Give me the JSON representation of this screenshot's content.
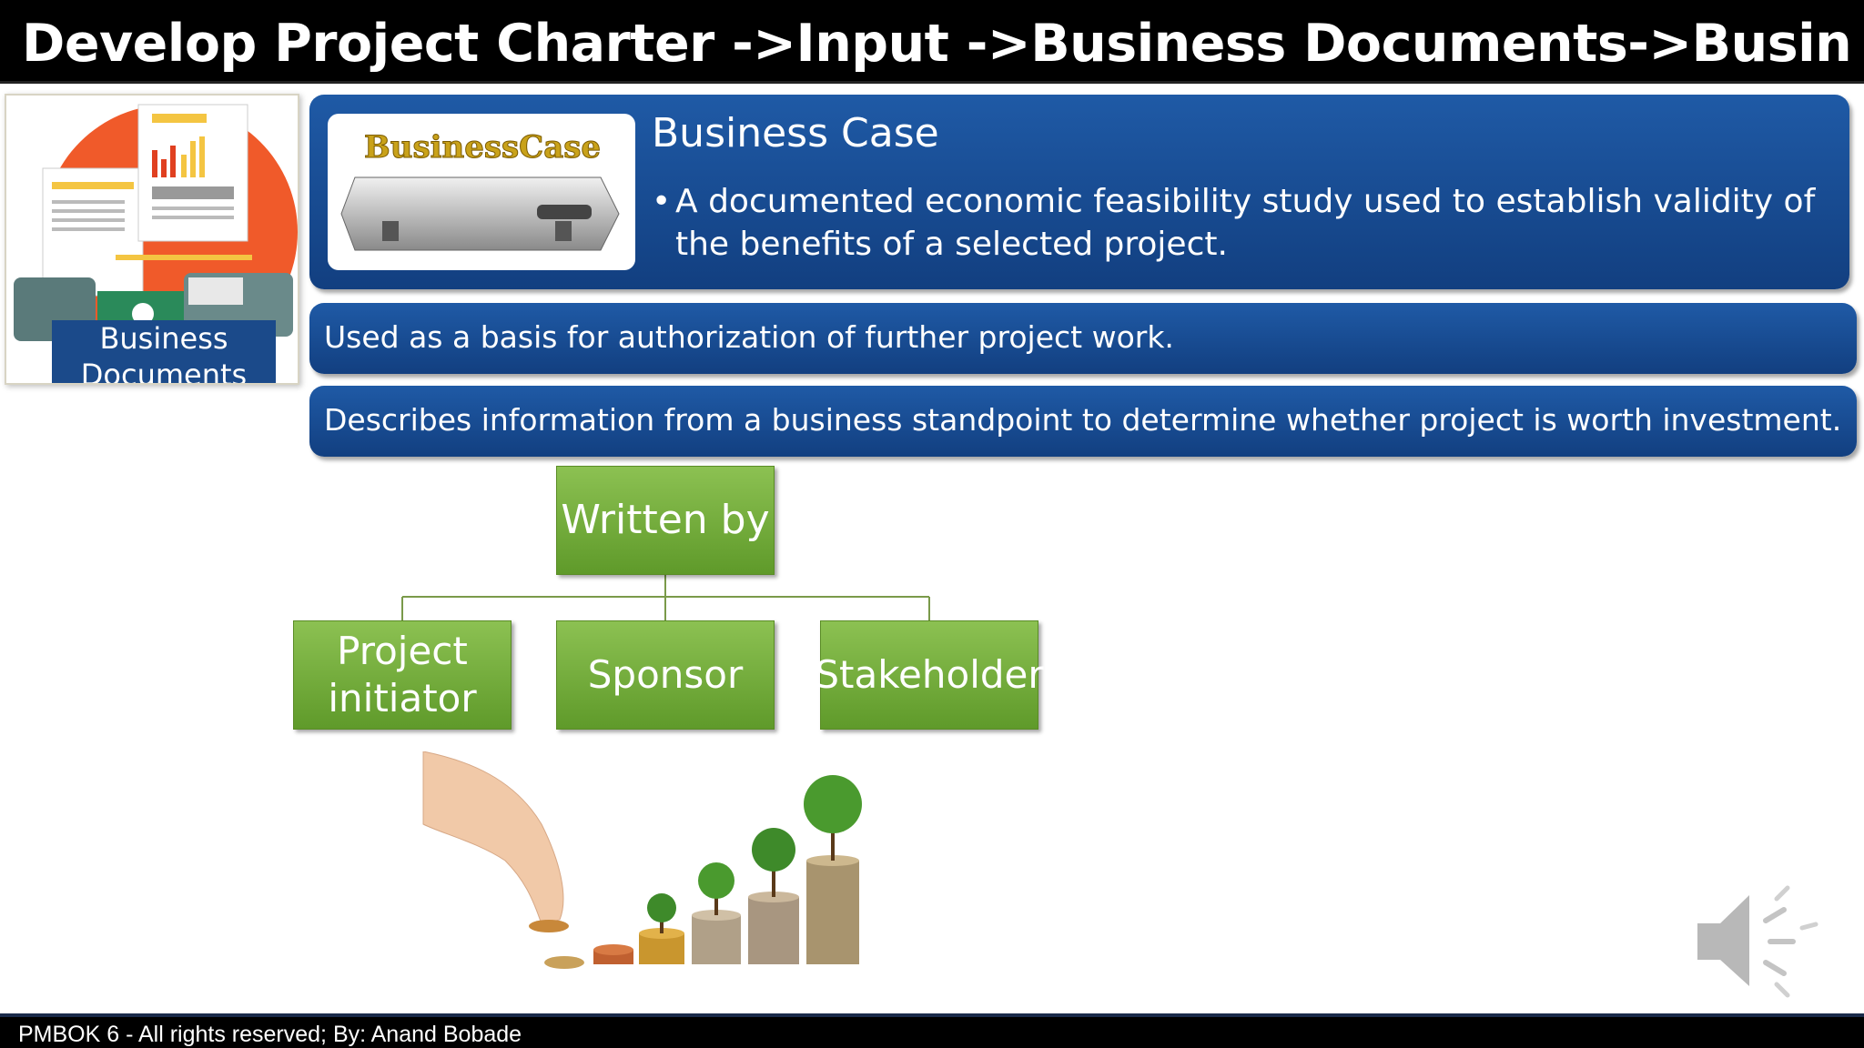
{
  "title": "Develop Project Charter ->Input ->Business Documents->Business Case",
  "thumbnail": {
    "label_line1": "Business",
    "label_line2": "Documents",
    "icon": "business-documents-illustration"
  },
  "business_case": {
    "image_text": "BusinessCase",
    "heading": "Business Case",
    "bullet_marker": "•",
    "bullet": "A documented economic feasibility study used to establish validity of the benefits of a selected project."
  },
  "points": [
    "Used as a basis for authorization of further project work.",
    "Describes information from a business standpoint to determine whether project is worth investment."
  ],
  "org_chart": {
    "root": "Written by",
    "children": [
      {
        "line1": "Project",
        "line2": "initiator"
      },
      {
        "line1": "Sponsor",
        "line2": ""
      },
      {
        "line1": "Stakeholder",
        "line2": ""
      }
    ]
  },
  "footer": "PMBOK 6 - All rights reserved; By: Anand Bobade",
  "colors": {
    "title_bg": "#000000",
    "blue_panel": "#1a4f96",
    "green_box": "#76ac3e",
    "thumb_circle": "#f05a2a"
  },
  "icons": [
    "briefcase-image",
    "growing-coins-image",
    "speaker-icon"
  ]
}
